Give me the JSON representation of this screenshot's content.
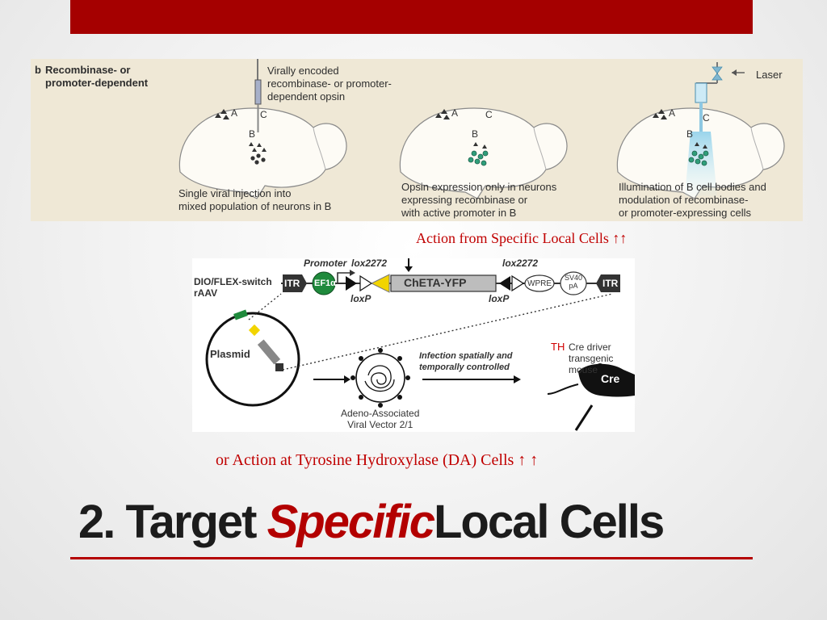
{
  "slide": {
    "title_part1": "2. Target ",
    "title_specific": "Specific",
    "title_part3": "Local Cells",
    "caption_top": "Action from Specific Local Cells ↑↑",
    "caption_bottom": "or Action at Tyrosine Hydroxylase (DA) Cells ↑ ↑"
  },
  "figure_top": {
    "panel_letter": "b",
    "panel_title": "Recombinase- or\npromoter-dependent",
    "injection_label": "Virally encoded\nrecombinase- or promoter-\ndependent opsin",
    "laser_label": "Laser",
    "region_a": "A",
    "region_b": "B",
    "region_c": "C",
    "caption_1": "Single viral injection into\nmixed population of neurons in B",
    "caption_2": "Opsin expression only in neurons\nexpressing recombinase or\nwith active promoter in B",
    "caption_3": "Illumination of B cell bodies and\nmodulation of recombinase-\nor promoter-expressing cells"
  },
  "figure_bottom": {
    "vector_name": "DIO/FLEX-switch\nrAAV",
    "promoter_label": "Promoter",
    "lox2272_left": "lox2272",
    "lox2272_right": "lox2272",
    "loxp_left": "loxP",
    "loxp_right": "loxP",
    "itr_left": "ITR",
    "itr_right": "ITR",
    "ef1a": "EF1α",
    "cheta": "ChETA-YFP",
    "wpre": "WPRE",
    "sv40": "SV40\npA",
    "plasmid": "Plasmid",
    "aav_label": "Adeno-Associated\nViral Vector 2/1",
    "infection_label": "Infection spatially and\ntemporally controlled",
    "th_label": "TH",
    "cre_driver": "Cre driver\ntransgenic mouse",
    "cre": "Cre"
  }
}
